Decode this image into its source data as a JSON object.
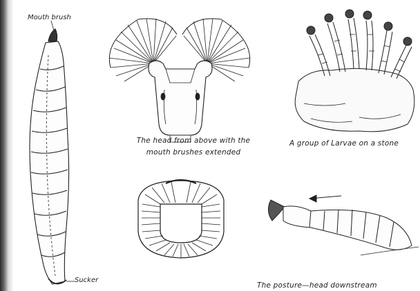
{
  "callouts": {
    "mouth_brush": "Mouth brush",
    "sucker": "Sucker"
  },
  "captions": {
    "head_from_above": "The head from above with the mouth brushes extended",
    "group_on_stone": "A group of Larvae on a stone",
    "bottom_left": "",
    "bottom_right": "The posture—head downstream"
  },
  "colors": {
    "ink": "#1f1f1f",
    "paper": "#ffffff",
    "binding_shadow": "#2b2b2b"
  }
}
